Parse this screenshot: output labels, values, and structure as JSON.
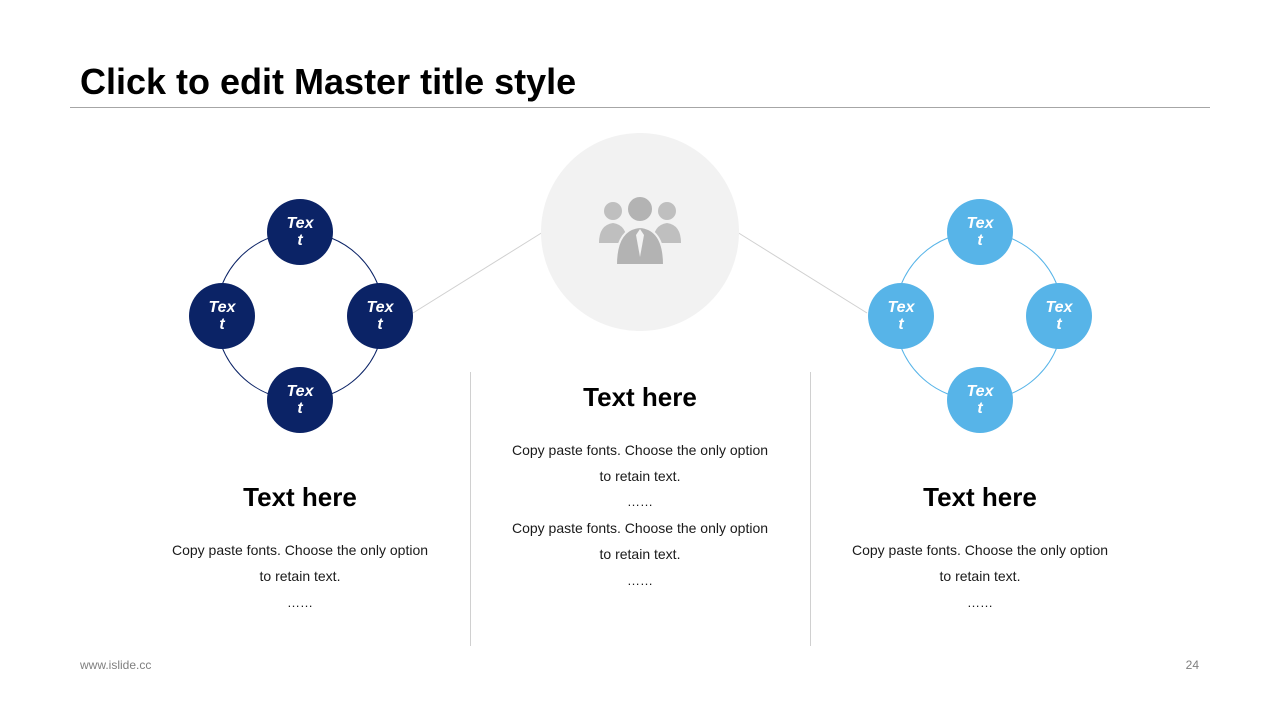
{
  "slide": {
    "title": "Click to edit Master title style"
  },
  "left_cluster": {
    "color": "#0b2366",
    "nodes": [
      {
        "label": "Text"
      },
      {
        "label": "Text"
      },
      {
        "label": "Text"
      },
      {
        "label": "Text"
      }
    ]
  },
  "right_cluster": {
    "color": "#57b4e8",
    "nodes": [
      {
        "label": "Text"
      },
      {
        "label": "Text"
      },
      {
        "label": "Text"
      },
      {
        "label": "Text"
      }
    ]
  },
  "center_icon": "people-group-icon",
  "columns": [
    {
      "heading": "Text here",
      "line1": "Copy paste fonts. Choose the only option",
      "line2": "to retain text.",
      "dots": "……"
    },
    {
      "heading": "Text here",
      "line1": "Copy paste fonts. Choose the only option",
      "line2": "to retain text.",
      "dots": "……",
      "line3": "Copy paste fonts. Choose the only option",
      "line4": "to retain text.",
      "dots2": "……"
    },
    {
      "heading": "Text here",
      "line1": "Copy paste fonts. Choose the only option",
      "line2": "to retain text.",
      "dots": "……"
    }
  ],
  "footer": {
    "url": "www.islide.cc",
    "page": "24"
  }
}
